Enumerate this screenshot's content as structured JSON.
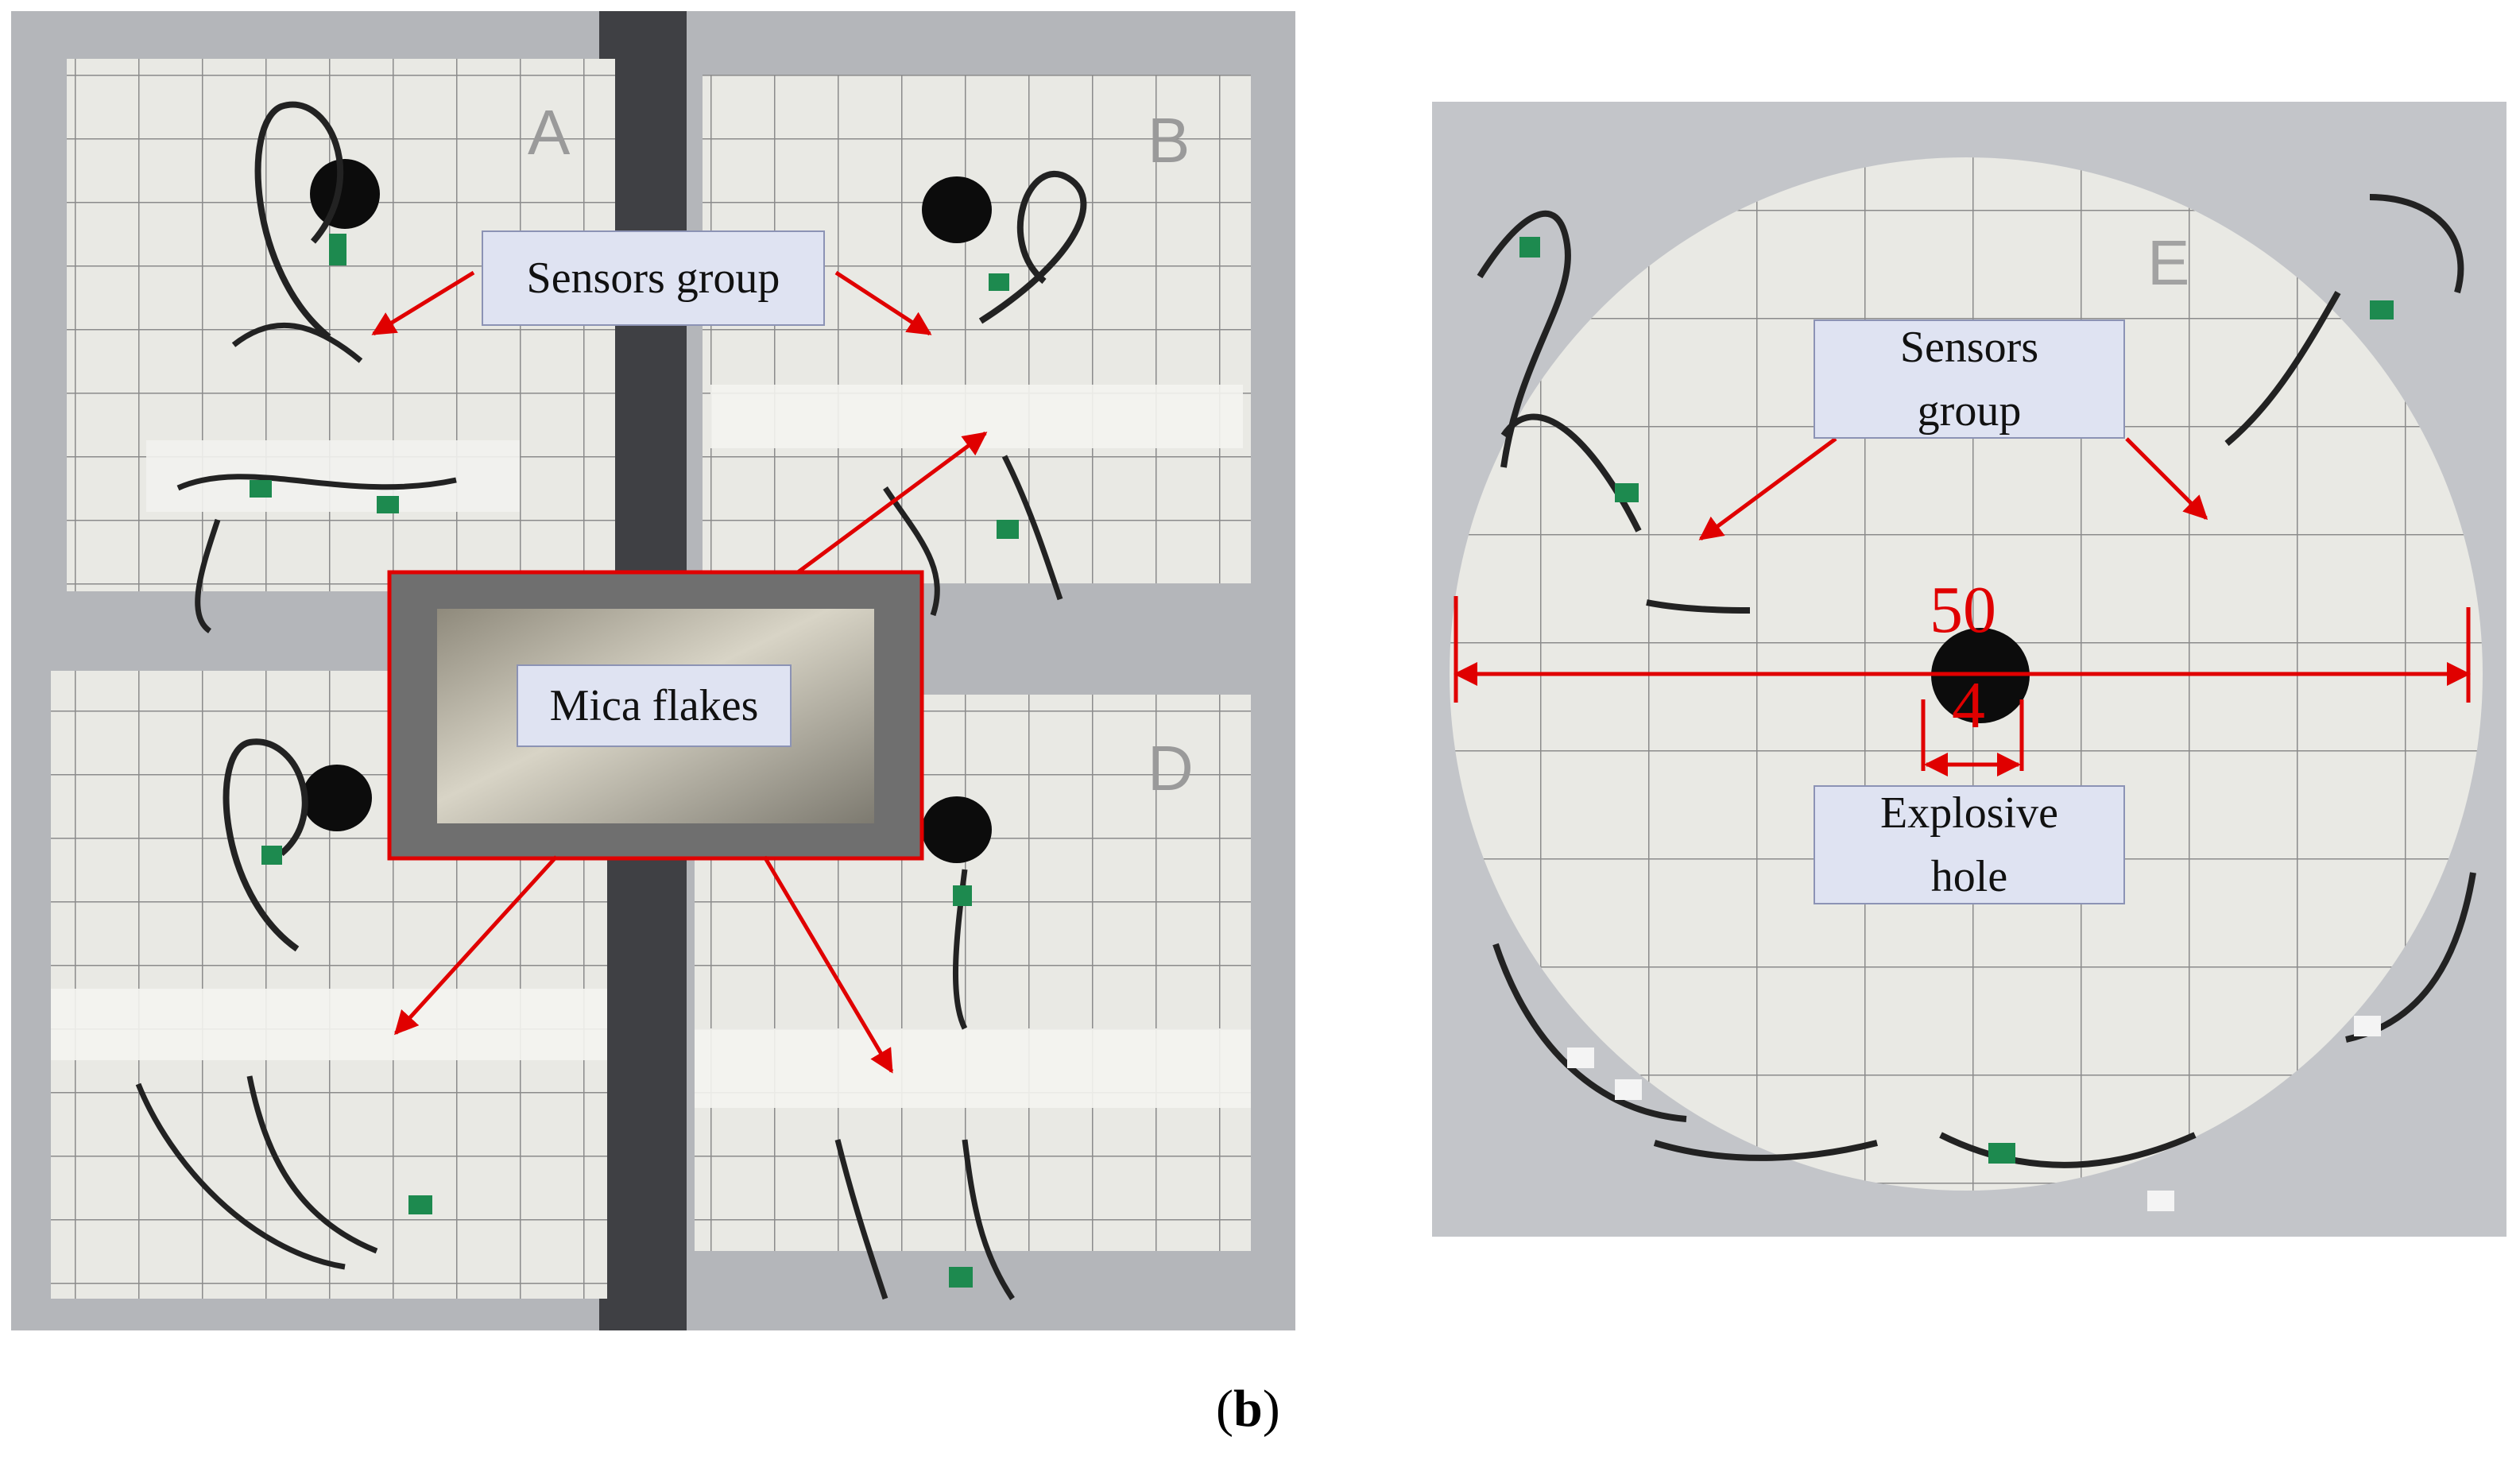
{
  "figure": {
    "panel_label_open": "(",
    "panel_label_letter": "b",
    "panel_label_close": ")"
  },
  "left_photo": {
    "block_letters": [
      "A",
      "B",
      "D"
    ],
    "callouts": {
      "sensors_group": "Sensors group",
      "mica_flakes": "Mica flakes"
    }
  },
  "right_photo": {
    "block_letter": "E",
    "callouts": {
      "sensors_group_line1": "Sensors",
      "sensors_group_line2": "group",
      "explosive_hole_line1": "Explosive",
      "explosive_hole_line2": "hole"
    },
    "dimensions": {
      "diameter": "50",
      "hole": "4"
    }
  },
  "colors": {
    "annotation_red": "#e00000",
    "label_fill": "#dfe3f2",
    "label_border": "#8c93b5",
    "specimen": "#e9e9e4",
    "grid_line": "#8b8b8b"
  }
}
